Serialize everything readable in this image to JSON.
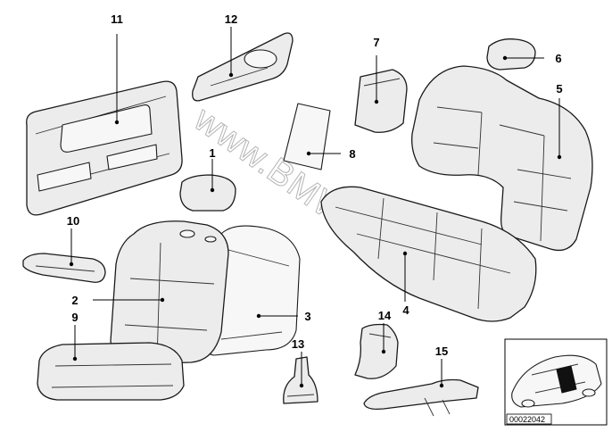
{
  "watermark": "www.BMWstore.pl",
  "diagram_code": "00022042",
  "parts": [
    {
      "id": "door-trim",
      "label": "11"
    },
    {
      "id": "door-insulation",
      "label": "12"
    },
    {
      "id": "backrest-pad",
      "label": "7"
    },
    {
      "id": "headrest-rear",
      "label": "6"
    },
    {
      "id": "rear-backrest",
      "label": "5"
    },
    {
      "id": "panel-card",
      "label": "8"
    },
    {
      "id": "headrest-front",
      "label": "1"
    },
    {
      "id": "armrest",
      "label": "10"
    },
    {
      "id": "front-backrest-cover",
      "label": "3"
    },
    {
      "id": "front-seat-cushion",
      "label": "2"
    },
    {
      "id": "backrest-rear-panel",
      "label": "9"
    },
    {
      "id": "rear-bench-cushion",
      "label": "4"
    },
    {
      "id": "console-cover",
      "label": "14"
    },
    {
      "id": "gear-boot",
      "label": "13"
    },
    {
      "id": "handbrake-lever",
      "label": "15"
    }
  ]
}
